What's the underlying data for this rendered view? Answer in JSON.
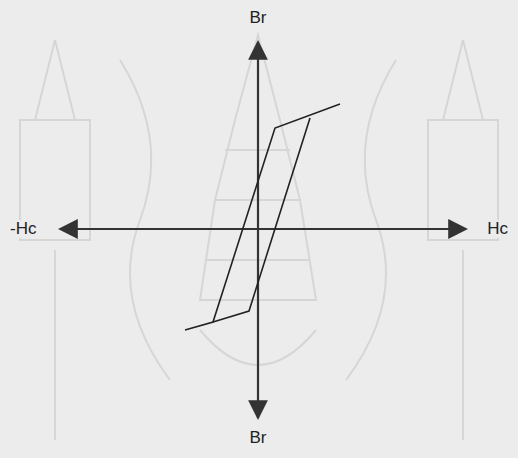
{
  "diagram": {
    "labels": [
      "Br",
      "-Hc",
      "Hc",
      "Br"
    ]
  }
}
